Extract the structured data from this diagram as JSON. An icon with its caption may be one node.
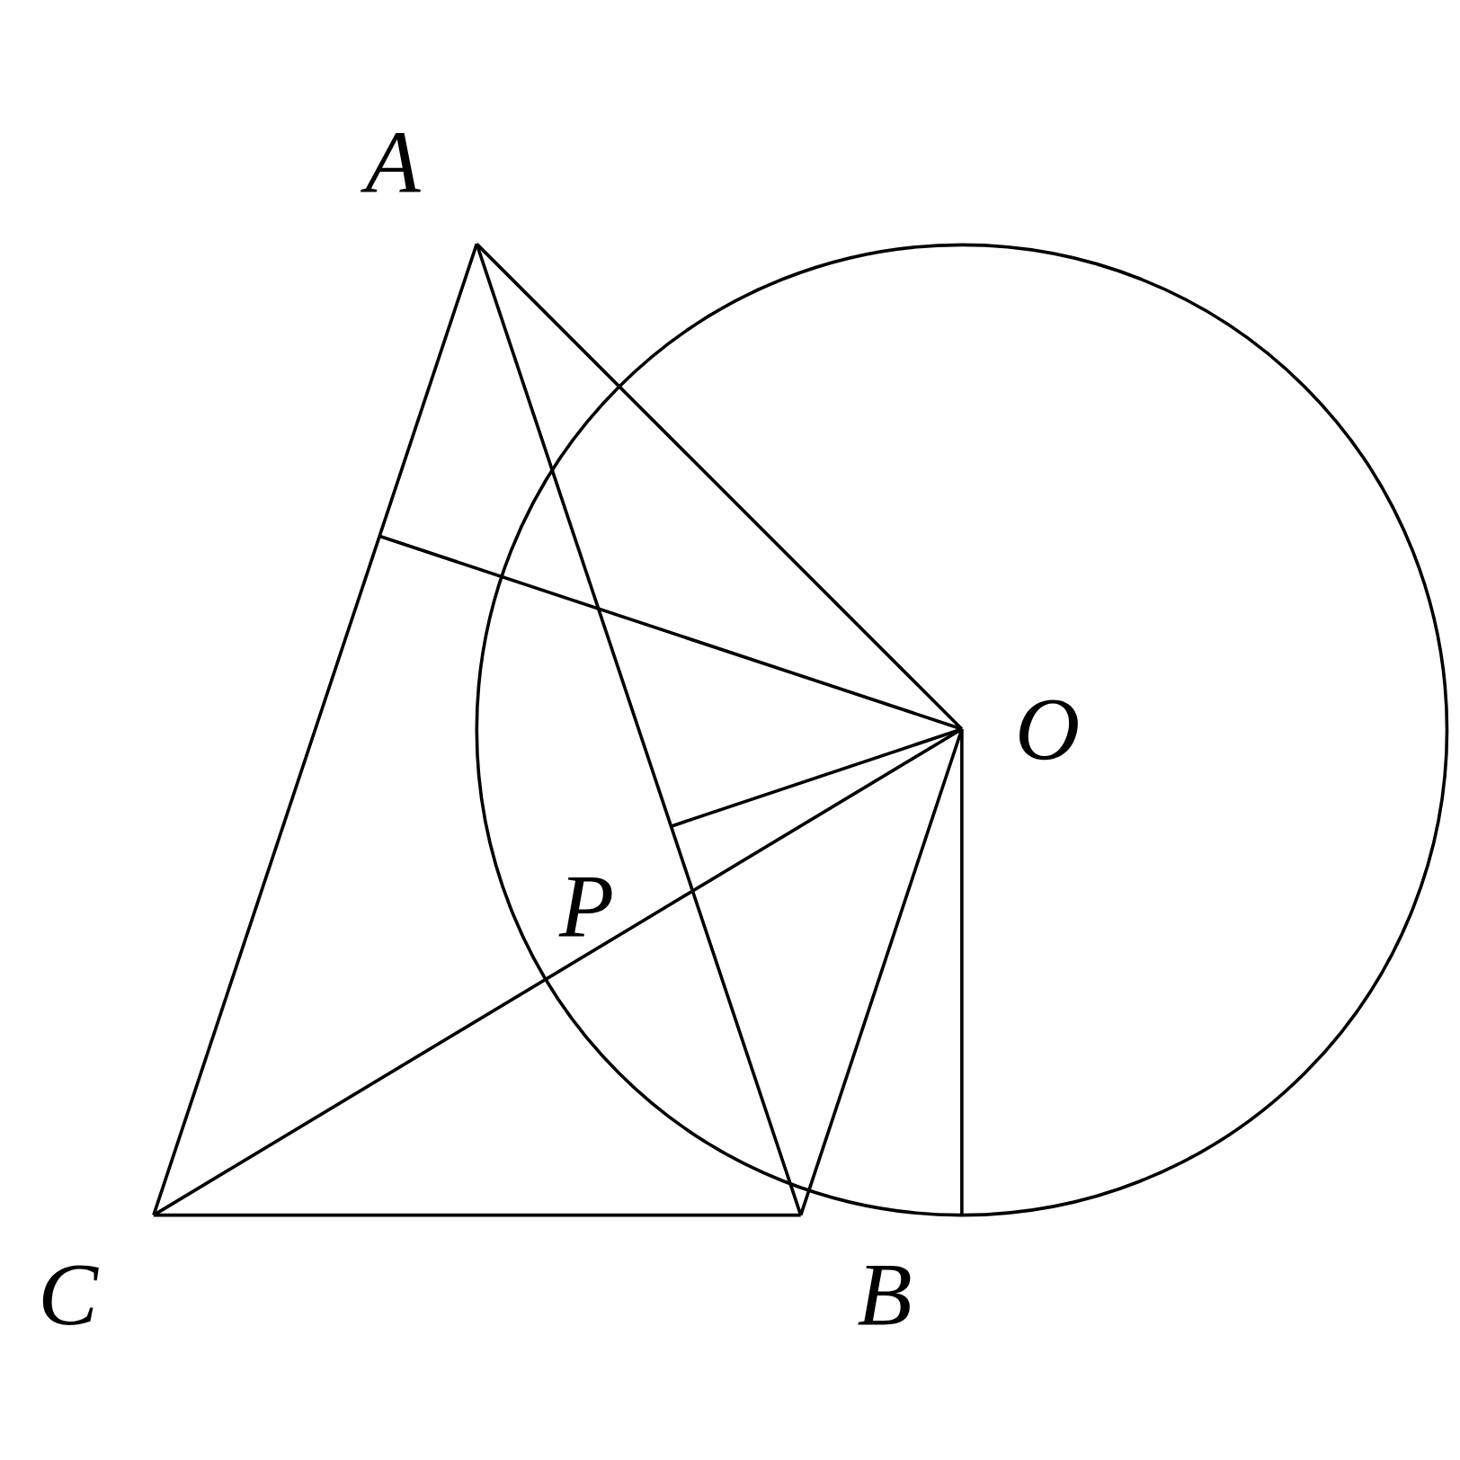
{
  "diagram": {
    "labels": [
      "A",
      "O",
      "P",
      "C",
      "B"
    ]
  }
}
